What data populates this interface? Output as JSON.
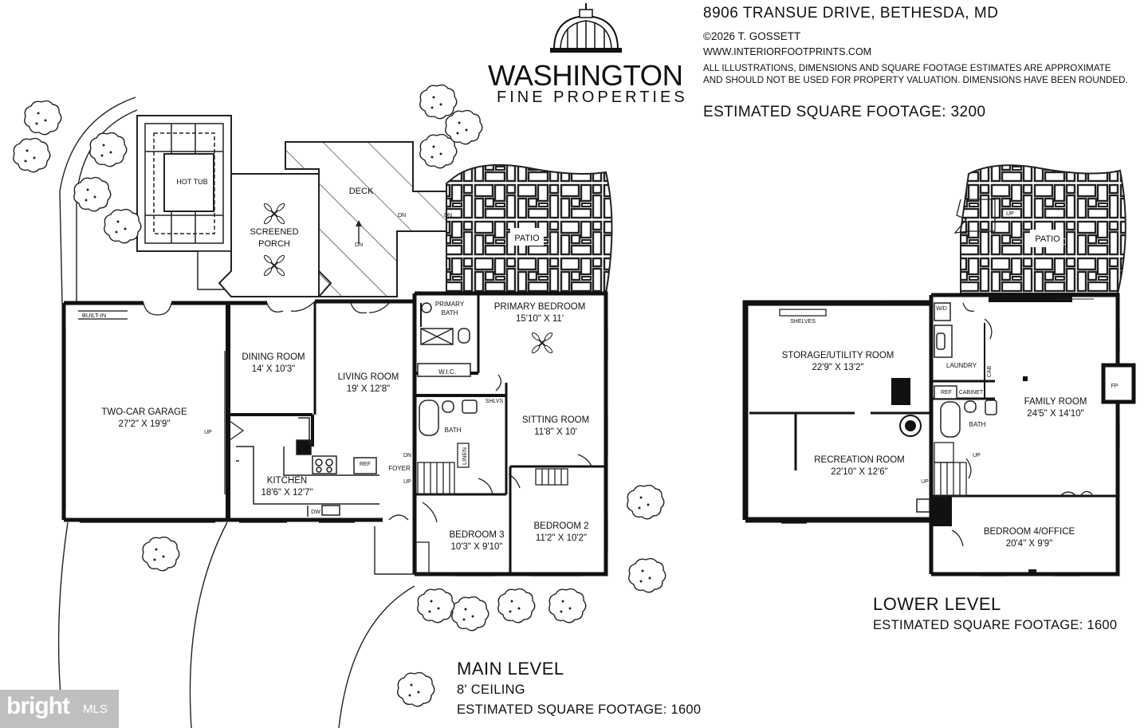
{
  "header": {
    "address": "8906 TRANSUE DRIVE, BETHESDA, MD",
    "copyright": "©2026 T. GOSSETT",
    "website": "WWW.INTERIORFOOTPRINTS.COM",
    "disclaimer_line1": "ALL ILLUSTRATIONS, DIMENSIONS AND SQUARE FOOTAGE ESTIMATES ARE APPROXIMATE",
    "disclaimer_line2": "AND  SHOULD NOT BE USED FOR PROPERTY VALUATION. DIMENSIONS HAVE BEEN ROUNDED.",
    "total_sqft": "ESTIMATED SQUARE FOOTAGE: 3200"
  },
  "logo": {
    "name": "WASHINGTON",
    "subtitle": "FINE PROPERTIES"
  },
  "main_level": {
    "title": "MAIN LEVEL",
    "ceiling": "8' CEILING",
    "sqft": "ESTIMATED SQUARE FOOTAGE: 1600",
    "rooms": {
      "garage": {
        "name": "TWO-CAR GARAGE",
        "dim": "27'2\" X 19'9\""
      },
      "dining": {
        "name": "DINING ROOM",
        "dim": "14' X 10'3\""
      },
      "living": {
        "name": "LIVING ROOM",
        "dim": "19' X 12'8\""
      },
      "kitchen": {
        "name": "KITCHEN",
        "dim": "18'6\" X 12'7\""
      },
      "primary_bed": {
        "name": "PRIMARY BEDROOM",
        "dim": "15'10\" X 11'"
      },
      "sitting": {
        "name": "SITTING ROOM",
        "dim": "11'8\" X 10'"
      },
      "bed3": {
        "name": "BEDROOM 3",
        "dim": "10'3\" X 9'10\""
      },
      "bed2": {
        "name": "BEDROOM 2",
        "dim": "11'2\" X 10'2\""
      }
    },
    "labels": {
      "hot_tub": "HOT TUB",
      "porch1": "SCREENED",
      "porch2": "PORCH",
      "deck": "DECK",
      "patio": "PATIO",
      "built_in": "BUILT-IN",
      "primary_bath1": "PRIMARY",
      "primary_bath2": "BATH",
      "wic": "W.I.C.",
      "bath": "BATH",
      "shlvs": "SHLVS",
      "linen": "LINEN",
      "foyer": "FOYER",
      "ref": "REF",
      "dw": "DW",
      "up": "UP",
      "dn": "DN"
    }
  },
  "lower_level": {
    "title": "LOWER LEVEL",
    "sqft": "ESTIMATED SQUARE FOOTAGE: 1600",
    "rooms": {
      "storage": {
        "name": "STORAGE/UTILITY ROOM",
        "dim": "22'9\" X 13'2\""
      },
      "recreation": {
        "name": "RECREATION ROOM",
        "dim": "22'10\" X 12'6\""
      },
      "family": {
        "name": "FAMILY ROOM",
        "dim": "24'5\" X 14'10\""
      },
      "bed4": {
        "name": "BEDROOM 4/OFFICE",
        "dim": "20'4\" X 9'9\""
      }
    },
    "labels": {
      "shelves": "SHELVES",
      "patio": "PATIO",
      "wd": "W/D",
      "laundry": "LAUNDRY",
      "cab": "CAB",
      "ref": "REF",
      "cabinet": "CABINET",
      "bath": "BATH",
      "fp": "FP",
      "up": "UP"
    }
  },
  "mls": {
    "brand": "bright",
    "suffix": "MLS"
  }
}
